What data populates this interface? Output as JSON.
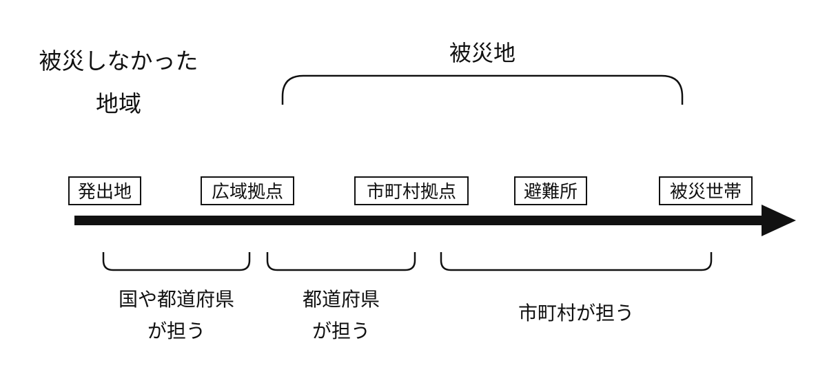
{
  "top_labels": {
    "unaffected": [
      "被災しなかった",
      "地域"
    ],
    "affected": "被災地"
  },
  "nodes": [
    "発出地",
    "広域拠点",
    "市町村拠点",
    "避難所",
    "被災世帯"
  ],
  "responsibility": {
    "national": [
      "国や都道府県",
      "が担う"
    ],
    "prefecture": [
      "都道府県",
      "が担う"
    ],
    "municipality": "市町村が担う"
  },
  "colors": {
    "stroke": "#111111",
    "background": "#ffffff"
  }
}
